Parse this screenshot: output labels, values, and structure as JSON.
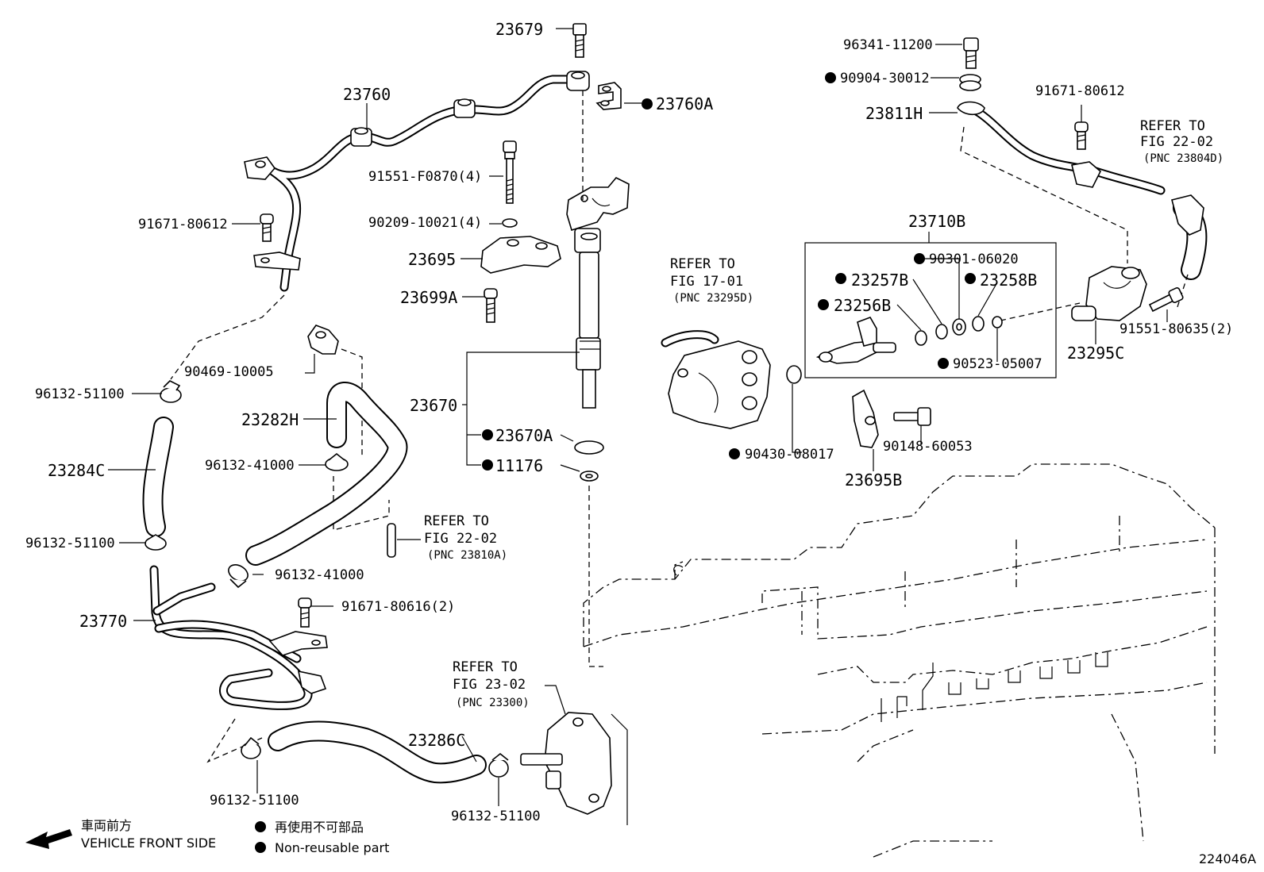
{
  "diagram_id": "224046A",
  "legend": {
    "direction_jp": "車両前方",
    "direction_en": "VEHICLE FRONT SIDE",
    "nonreusable_jp": "再使用不可部品",
    "nonreusable_en": "Non-reusable part"
  },
  "refs": {
    "fig1701": {
      "l1": "REFER TO",
      "l2": "FIG 17-01",
      "l3": "(PNC 23295D)"
    },
    "fig2202a": {
      "l1": "REFER TO",
      "l2": "FIG 22-02",
      "l3": "(PNC 23804D)"
    },
    "fig2202b": {
      "l1": "REFER TO",
      "l2": "FIG 22-02",
      "l3": "(PNC 23810A)"
    },
    "fig2302": {
      "l1": "REFER TO",
      "l2": "FIG 23-02",
      "l3": "(PNC 23300)"
    }
  },
  "parts": {
    "p23679": "23679",
    "p23760": "23760",
    "p23760A": "23760A",
    "p91551F0870": "91551-F0870(4)",
    "p9020910021": "90209-10021(4)",
    "p23695": "23695",
    "p23699A": "23699A",
    "p9167180612a": "91671-80612",
    "p9167180612b": "91671-80612",
    "p9046910005": "90469-10005",
    "p9613251100a": "96132-51100",
    "p9613251100b": "96132-51100",
    "p9613251100c": "96132-51100",
    "p9613251100d": "96132-51100",
    "p23282H": "23282H",
    "p23284C": "23284C",
    "p9613241000a": "96132-41000",
    "p9613241000b": "96132-41000",
    "p23670": "23670",
    "p23670A": "23670A",
    "p11176": "11176",
    "p23770": "23770",
    "p9167180616": "91671-80616(2)",
    "p23286C": "23286C",
    "p9634111200": "96341-11200",
    "p9090430012": "90904-30012",
    "p23811H": "23811H",
    "p23710B": "23710B",
    "p9030106020": "90301-06020",
    "p23257B": "23257B",
    "p23258B": "23258B",
    "p23256B": "23256B",
    "p9052305007": "90523-05007",
    "p9043008017": "90430-08017",
    "p9014860053": "90148-60053",
    "p23695B": "23695B",
    "p23295C": "23295C",
    "p9155180635": "91551-80635(2)"
  }
}
